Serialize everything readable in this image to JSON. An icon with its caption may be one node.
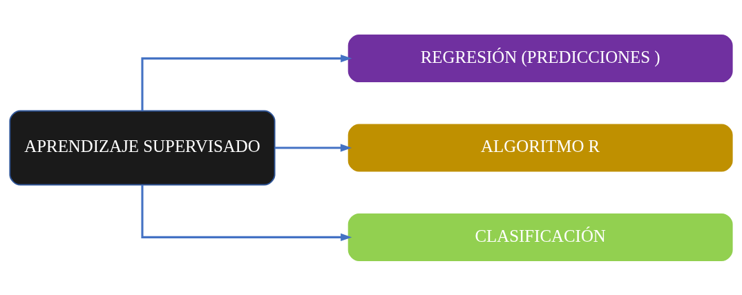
{
  "diagram": {
    "nodes": [
      {
        "text": [
          "APRENDIZAJE SUPERVISADO"
        ]
      },
      {
        "text": [
          "REGRESIÓN (PREDICCIONES )"
        ]
      },
      {
        "text": [
          "ALGORITMO R"
        ]
      },
      {
        "text": [
          "CLASIFICACIÓN"
        ]
      }
    ],
    "edges": [
      {
        "from": 0,
        "to": 1,
        "arrow": "to"
      },
      {
        "from": 0,
        "to": 2,
        "arrow": "to"
      },
      {
        "from": 0,
        "to": 3,
        "arrow": "to"
      }
    ]
  }
}
